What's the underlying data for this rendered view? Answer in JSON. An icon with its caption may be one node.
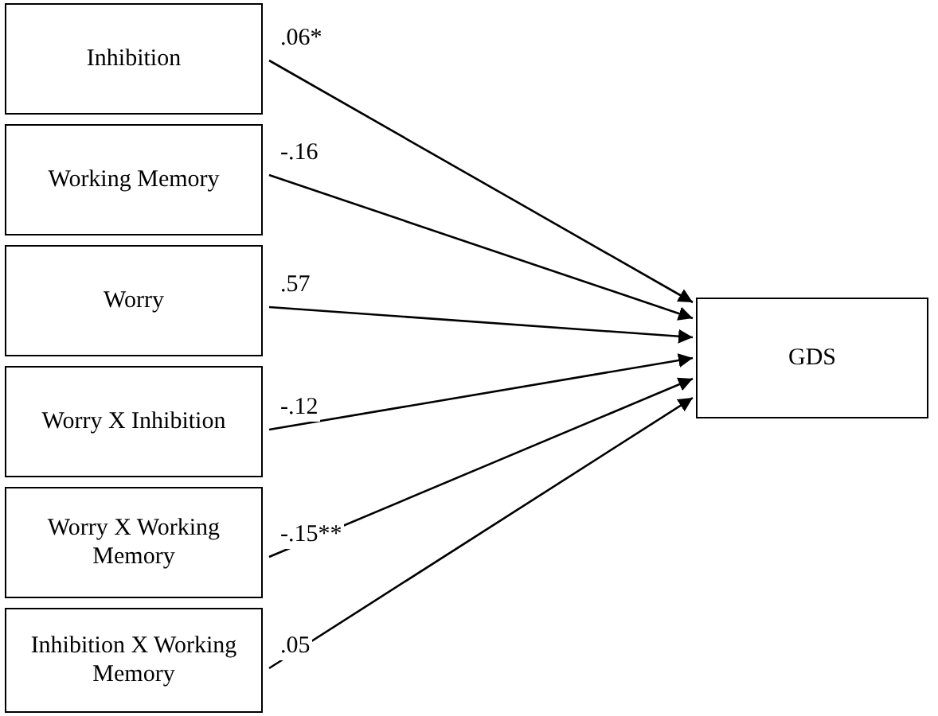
{
  "diagram": {
    "nodes": [
      {
        "text": [
          "Inhibition"
        ]
      },
      {
        "text": [
          "Working Memory"
        ]
      },
      {
        "text": [
          "Worry"
        ]
      },
      {
        "text": [
          "Worry X Inhibition"
        ]
      },
      {
        "text": [
          "Worry X Working Memory"
        ]
      },
      {
        "text": [
          "Inhibition X Working Memory"
        ]
      },
      {
        "text": [
          "GDS"
        ]
      }
    ],
    "edges": [
      {
        "from": 0,
        "to": 6,
        "arrow": "to",
        "label": ".06*"
      },
      {
        "from": 1,
        "to": 6,
        "arrow": "to",
        "label": "-.16"
      },
      {
        "from": 2,
        "to": 6,
        "arrow": "to",
        "label": ".57"
      },
      {
        "from": 3,
        "to": 6,
        "arrow": "to",
        "label": "-.12"
      },
      {
        "from": 4,
        "to": 6,
        "arrow": "to",
        "label": "-.15**"
      },
      {
        "from": 5,
        "to": 6,
        "arrow": "to",
        "label": ".05"
      }
    ]
  }
}
